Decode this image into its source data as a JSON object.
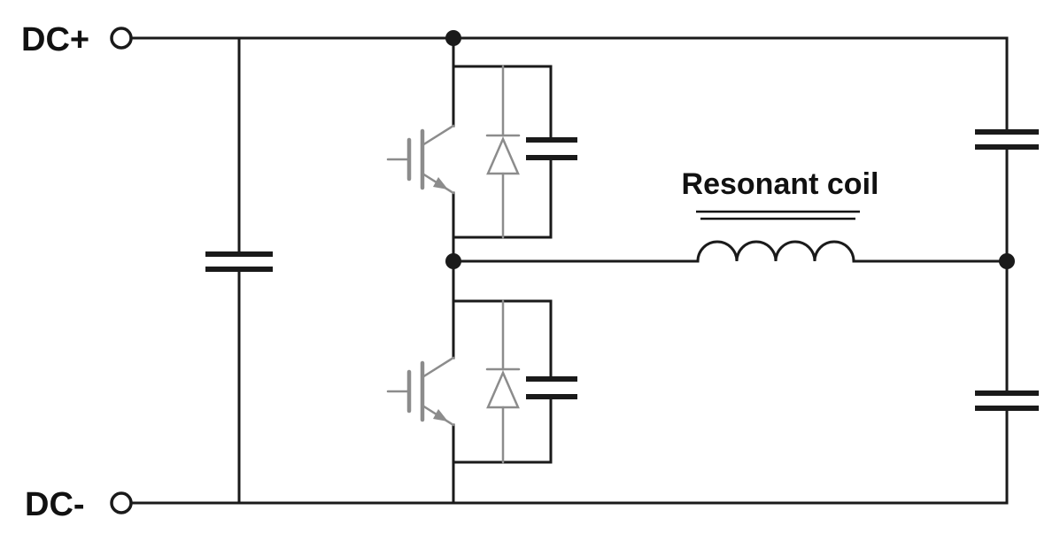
{
  "diagram": {
    "labels": {
      "dc_plus": "DC+",
      "dc_minus": "DC-",
      "coil": "Resonant coil"
    },
    "colors": {
      "wire": "#1a1a1a",
      "device": "#8c8c8c",
      "background": "#ffffff"
    },
    "components": [
      "dc-plus-terminal",
      "dc-minus-terminal",
      "dc-bus-capacitor",
      "upper-igbt",
      "upper-antiparallel-diode",
      "upper-snubber-capacitor",
      "lower-igbt",
      "lower-antiparallel-diode",
      "lower-snubber-capacitor",
      "resonant-coil-inductor",
      "upper-resonant-capacitor",
      "lower-resonant-capacitor"
    ]
  }
}
